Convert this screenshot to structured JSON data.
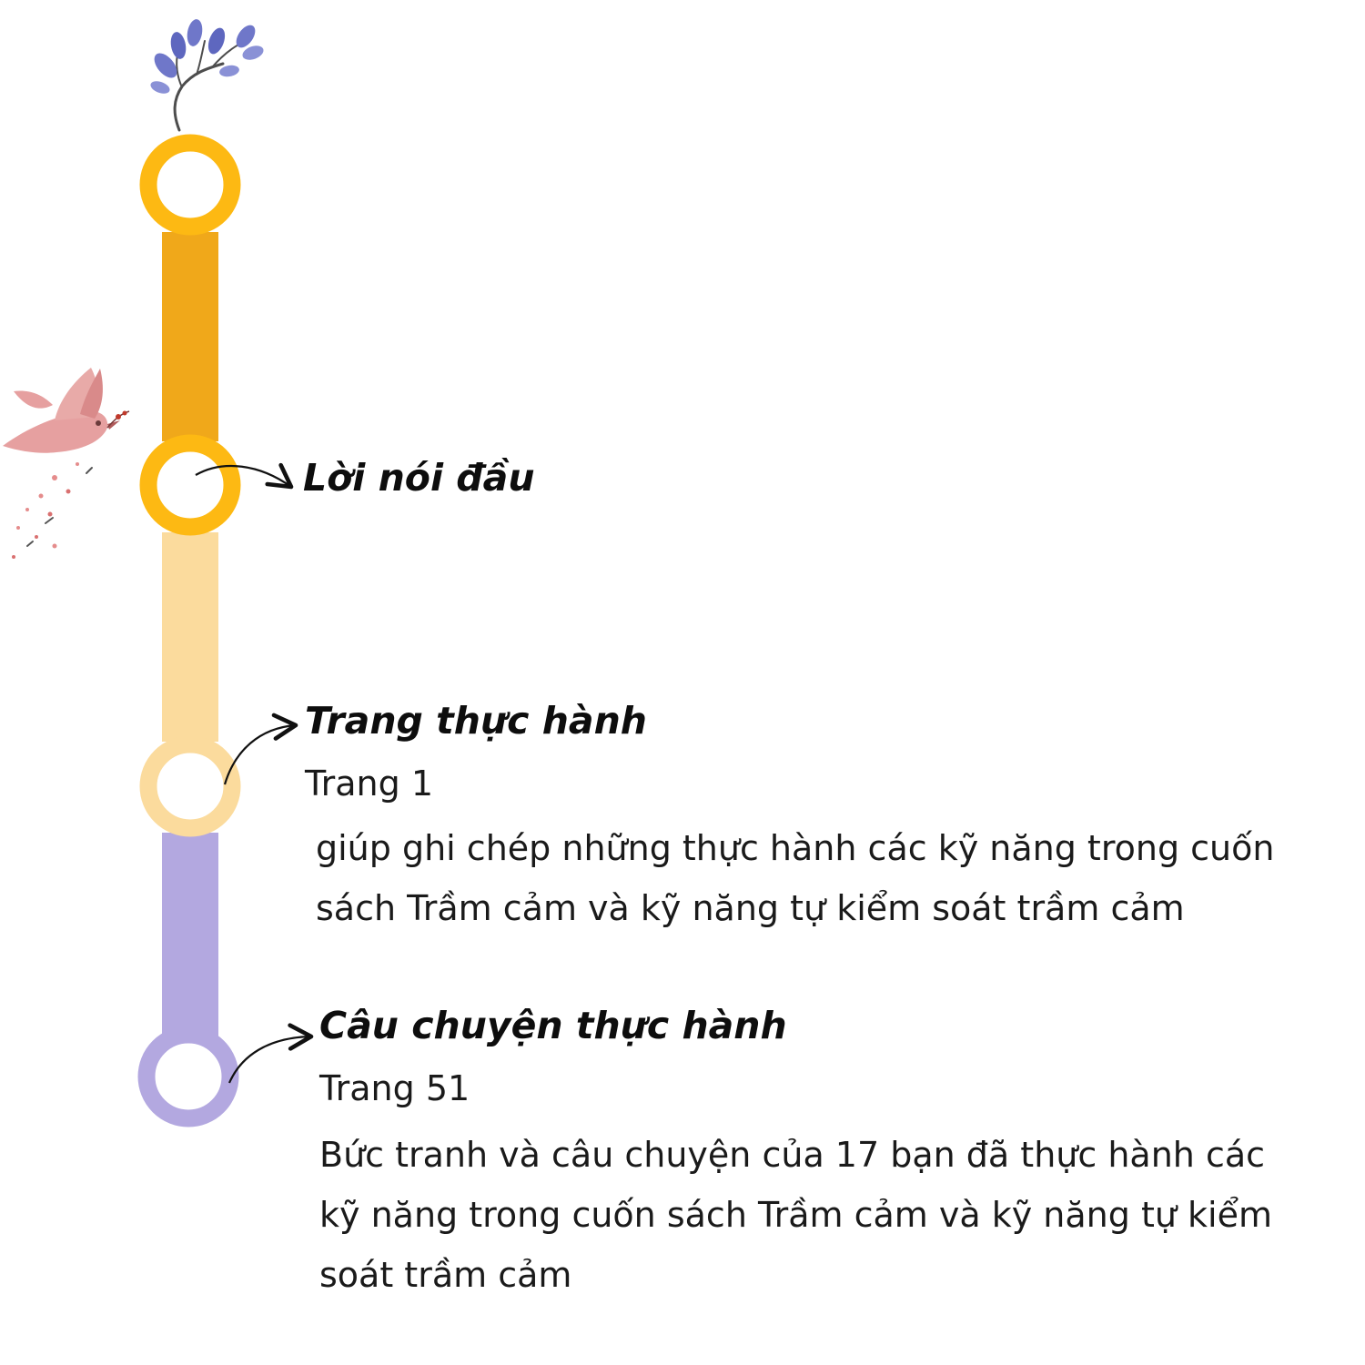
{
  "colors": {
    "segment_1": "#F0A81A",
    "segment_2": "#FBDB9D",
    "segment_3": "#B3A8E0",
    "node_1": "#FDB913",
    "node_2": "#FDB913",
    "node_3": "#FBDB9D",
    "node_4": "#B3A8E0",
    "text": "#111111"
  },
  "timeline": {
    "entries": [
      {
        "heading": "Lời nói đầu"
      },
      {
        "heading": "Trang thực hành",
        "page": "Trang 1",
        "description_lines": [
          "giúp ghi chép những thực hành các kỹ năng trong cuốn",
          "sách Trầm cảm và kỹ năng tự kiểm soát trầm cảm"
        ]
      },
      {
        "heading": "Câu chuyện thực hành",
        "page": "Trang 51",
        "description_lines": [
          "Bức tranh và câu chuyện của 17 bạn đã thực hành các",
          "kỹ năng trong cuốn sách Trầm cảm và kỹ năng tự kiểm",
          "soát trầm cảm"
        ]
      }
    ]
  },
  "decorations": {
    "top_icon": "lavender-sprig-icon",
    "side_icon": "pink-bird-icon"
  }
}
